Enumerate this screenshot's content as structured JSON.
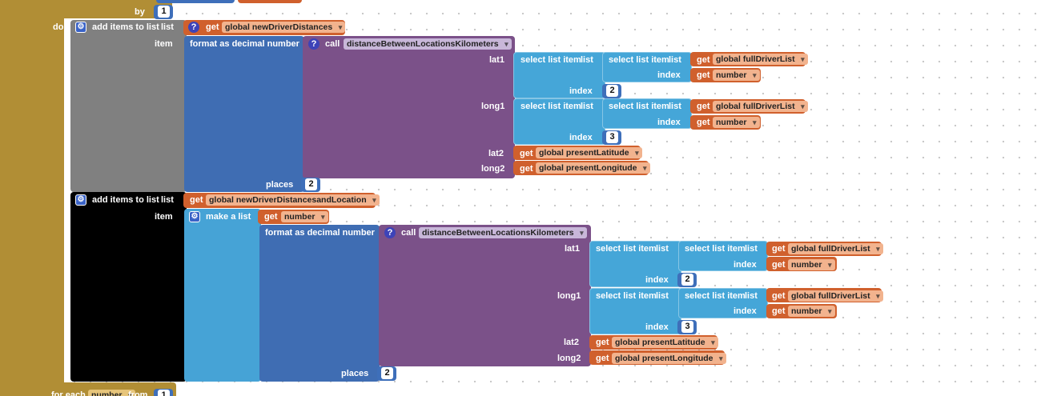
{
  "palette": {
    "control": "#b18e35",
    "list_block": "#808080",
    "list_block_selected": "#000000",
    "math": "#3f6db3",
    "procedure": "#7b5189",
    "lists": "#45a6d8",
    "variables": "#d0602d"
  },
  "top": {
    "by_label": "by",
    "by_value": "1"
  },
  "outer": {
    "do_label": "do"
  },
  "block1": {
    "add_label": "add items to list",
    "list_label": "list",
    "list_get": "get",
    "list_var": "global newDriverDistances",
    "item_label": "item",
    "format_label": "format as decimal number",
    "call_label": "call",
    "proc_name": "distanceBetweenLocationsKilometers",
    "lat1_label": "lat1",
    "long1_label": "long1",
    "lat2_label": "lat2",
    "long2_label": "long2",
    "select_label": "select list item",
    "select_list_label": "list",
    "index_label": "index",
    "get_label": "get",
    "full_list_var": "global fullDriverList",
    "number_var": "number",
    "lat_index": "2",
    "long_index": "3",
    "present_lat_var": "global presentLatitude",
    "present_long_var": "global presentLongitude",
    "places_label": "places",
    "places_value": "2"
  },
  "block2": {
    "add_label": "add items to list",
    "list_label": "list",
    "list_get": "get",
    "list_var": "global newDriverDistancesandLocation",
    "item_label": "item",
    "make_list_label": "make a list",
    "get_label": "get",
    "number_var": "number",
    "format_label": "format as decimal number",
    "call_label": "call",
    "proc_name": "distanceBetweenLocationsKilometers",
    "lat1_label": "lat1",
    "long1_label": "long1",
    "lat2_label": "lat2",
    "long2_label": "long2",
    "select_label": "select list item",
    "select_list_label": "list",
    "index_label": "index",
    "full_list_var": "global fullDriverList",
    "lat_index": "2",
    "long_index": "3",
    "present_lat_var": "global presentLatitude",
    "present_long_var": "global presentLongitude",
    "places_label": "places",
    "places_value": "2"
  },
  "bottom": {
    "for_each_label": "for each",
    "var_name": "number",
    "from_label": "from",
    "from_value": "1"
  }
}
